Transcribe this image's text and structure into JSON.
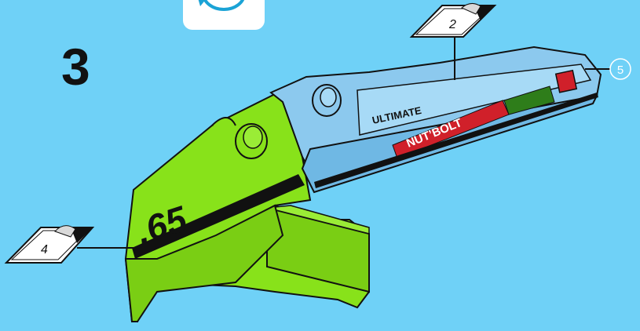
{
  "step": {
    "number": "3"
  },
  "stickers": [
    {
      "id": "2"
    },
    {
      "id": "4"
    }
  ],
  "callouts": [
    {
      "label": "5"
    }
  ],
  "decals": {
    "number": ".65",
    "brand": "NUT’BOLT",
    "maker": "ULTIMATE"
  },
  "colors": {
    "background": "#6FD1F7",
    "body_blue": "#8CC9EE",
    "part_green": "#88E21A",
    "outline": "#111111",
    "callout_circle": "#1BA3D6"
  },
  "icons": {
    "rotate": "rotate-icon"
  }
}
